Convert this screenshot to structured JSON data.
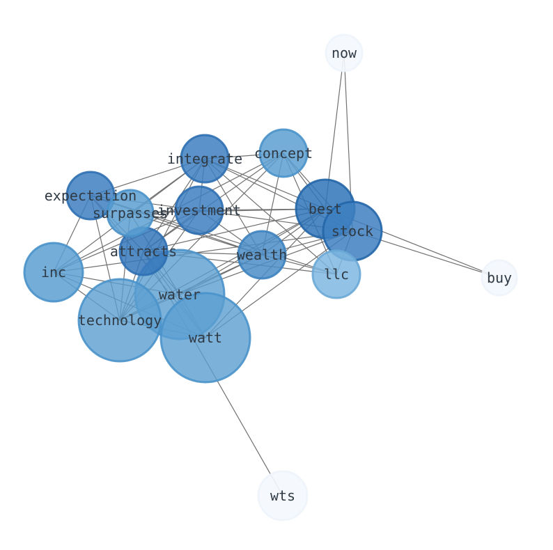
{
  "graph": {
    "nodes": [
      {
        "id": "now",
        "label": "now",
        "fill": "#f4f8fd",
        "stroke": "#eef4fb",
        "opacity": 0.9
      },
      {
        "id": "concept",
        "label": "concept",
        "fill": "#5b9fd1",
        "stroke": "#4a92ca",
        "opacity": 0.85
      },
      {
        "id": "integrate",
        "label": "integrate",
        "fill": "#3d7fc0",
        "stroke": "#2d6fb2",
        "opacity": 0.85
      },
      {
        "id": "expectation",
        "label": "expectation",
        "fill": "#3d7fc0",
        "stroke": "#2d6fb2",
        "opacity": 0.85
      },
      {
        "id": "surpasses",
        "label": "surpasses",
        "fill": "#5b9fd1",
        "stroke": "#4a92ca",
        "opacity": 0.85
      },
      {
        "id": "investment",
        "label": "investment",
        "fill": "#3d7fc0",
        "stroke": "#2d6fb2",
        "opacity": 0.85
      },
      {
        "id": "best",
        "label": "best",
        "fill": "#2f74b8",
        "stroke": "#2466a8",
        "opacity": 0.85
      },
      {
        "id": "stock",
        "label": "stock",
        "fill": "#3d7fc0",
        "stroke": "#2466a8",
        "opacity": 0.85
      },
      {
        "id": "attracts",
        "label": "attracts",
        "fill": "#3577bb",
        "stroke": "#2d6fb2",
        "opacity": 0.85
      },
      {
        "id": "wealth",
        "label": "wealth",
        "fill": "#4a8dc7",
        "stroke": "#3d82bf",
        "opacity": 0.85
      },
      {
        "id": "llc",
        "label": "llc",
        "fill": "#7fb7e0",
        "stroke": "#6aa8d6",
        "opacity": 0.85
      },
      {
        "id": "inc",
        "label": "inc",
        "fill": "#5b9fd1",
        "stroke": "#4a92ca",
        "opacity": 0.85
      },
      {
        "id": "water",
        "label": "water",
        "fill": "#5b9fd1",
        "stroke": "#4a92ca",
        "opacity": 0.8
      },
      {
        "id": "technology",
        "label": "technology",
        "fill": "#5b9fd1",
        "stroke": "#4a92ca",
        "opacity": 0.8
      },
      {
        "id": "watt",
        "label": "watt",
        "fill": "#5b9fd1",
        "stroke": "#4a92ca",
        "opacity": 0.8
      },
      {
        "id": "buy",
        "label": "buy",
        "fill": "#f4f8fd",
        "stroke": "#eef4fb",
        "opacity": 0.9
      },
      {
        "id": "wts",
        "label": "wts",
        "fill": "#f4f8fd",
        "stroke": "#eef4fb",
        "opacity": 0.9
      }
    ],
    "edges": [
      [
        "now",
        "best"
      ],
      [
        "now",
        "stock"
      ],
      [
        "buy",
        "best"
      ],
      [
        "buy",
        "stock"
      ],
      [
        "wts",
        "attracts"
      ],
      [
        "concept",
        "best"
      ],
      [
        "concept",
        "stock"
      ],
      [
        "concept",
        "llc"
      ],
      [
        "concept",
        "wealth"
      ],
      [
        "concept",
        "inc"
      ],
      [
        "concept",
        "attracts"
      ],
      [
        "concept",
        "integrate"
      ],
      [
        "concept",
        "technology"
      ],
      [
        "integrate",
        "expectation"
      ],
      [
        "integrate",
        "surpasses"
      ],
      [
        "integrate",
        "investment"
      ],
      [
        "integrate",
        "best"
      ],
      [
        "integrate",
        "stock"
      ],
      [
        "integrate",
        "wealth"
      ],
      [
        "integrate",
        "llc"
      ],
      [
        "integrate",
        "inc"
      ],
      [
        "integrate",
        "technology"
      ],
      [
        "integrate",
        "attracts"
      ],
      [
        "expectation",
        "investment"
      ],
      [
        "expectation",
        "wealth"
      ],
      [
        "expectation",
        "technology"
      ],
      [
        "expectation",
        "watt"
      ],
      [
        "expectation",
        "llc"
      ],
      [
        "expectation",
        "inc"
      ],
      [
        "expectation",
        "attracts"
      ],
      [
        "surpasses",
        "wealth"
      ],
      [
        "surpasses",
        "best"
      ],
      [
        "surpasses",
        "technology"
      ],
      [
        "surpasses",
        "watt"
      ],
      [
        "surpasses",
        "investment"
      ],
      [
        "investment",
        "best"
      ],
      [
        "investment",
        "stock"
      ],
      [
        "investment",
        "technology"
      ],
      [
        "investment",
        "inc"
      ],
      [
        "investment",
        "wealth"
      ],
      [
        "investment",
        "attracts"
      ],
      [
        "best",
        "stock"
      ],
      [
        "best",
        "wealth"
      ],
      [
        "best",
        "water"
      ],
      [
        "best",
        "watt"
      ],
      [
        "best",
        "attracts"
      ],
      [
        "best",
        "technology"
      ],
      [
        "stock",
        "llc"
      ],
      [
        "stock",
        "wealth"
      ],
      [
        "stock",
        "water"
      ],
      [
        "stock",
        "watt"
      ],
      [
        "stock",
        "inc"
      ],
      [
        "attracts",
        "llc"
      ],
      [
        "attracts",
        "wealth"
      ],
      [
        "attracts",
        "technology"
      ],
      [
        "attracts",
        "water"
      ],
      [
        "attracts",
        "watt"
      ],
      [
        "wealth",
        "water"
      ],
      [
        "wealth",
        "technology"
      ],
      [
        "wealth",
        "llc"
      ],
      [
        "inc",
        "technology"
      ],
      [
        "inc",
        "watt"
      ],
      [
        "inc",
        "water"
      ],
      [
        "water",
        "technology"
      ],
      [
        "water",
        "watt"
      ],
      [
        "technology",
        "watt"
      ]
    ]
  }
}
